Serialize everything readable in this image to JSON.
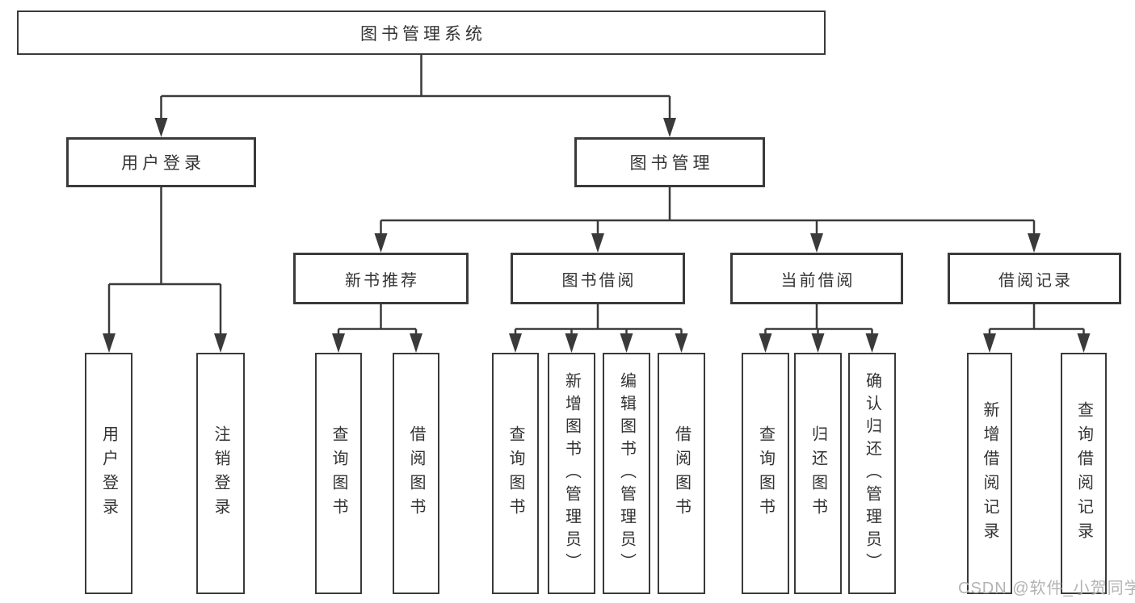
{
  "diagram": {
    "title": "图书管理系统",
    "level2": {
      "login": "用户登录",
      "management": "图书管理"
    },
    "level3": {
      "recommend": "新书推荐",
      "borrow": "图书借阅",
      "current": "当前借阅",
      "records": "借阅记录"
    },
    "leaves": {
      "login": [
        "用户登录",
        "注销登录"
      ],
      "recommend": [
        "查询图书",
        "借阅图书"
      ],
      "borrow": [
        "查询图书",
        "新增图书（管理员）",
        "编辑图书（管理员）",
        "借阅图书"
      ],
      "current": [
        "查询图书",
        "归还图书",
        "确认归还（管理员）"
      ],
      "records": [
        "新增借阅记录",
        "查询借阅记录"
      ]
    },
    "watermark": "CSDN @软件_小贺同学",
    "colors": {
      "line": "#3a3a3a",
      "text": "#333333",
      "watermark": "#b3b3b3",
      "background": "#ffffff"
    }
  }
}
